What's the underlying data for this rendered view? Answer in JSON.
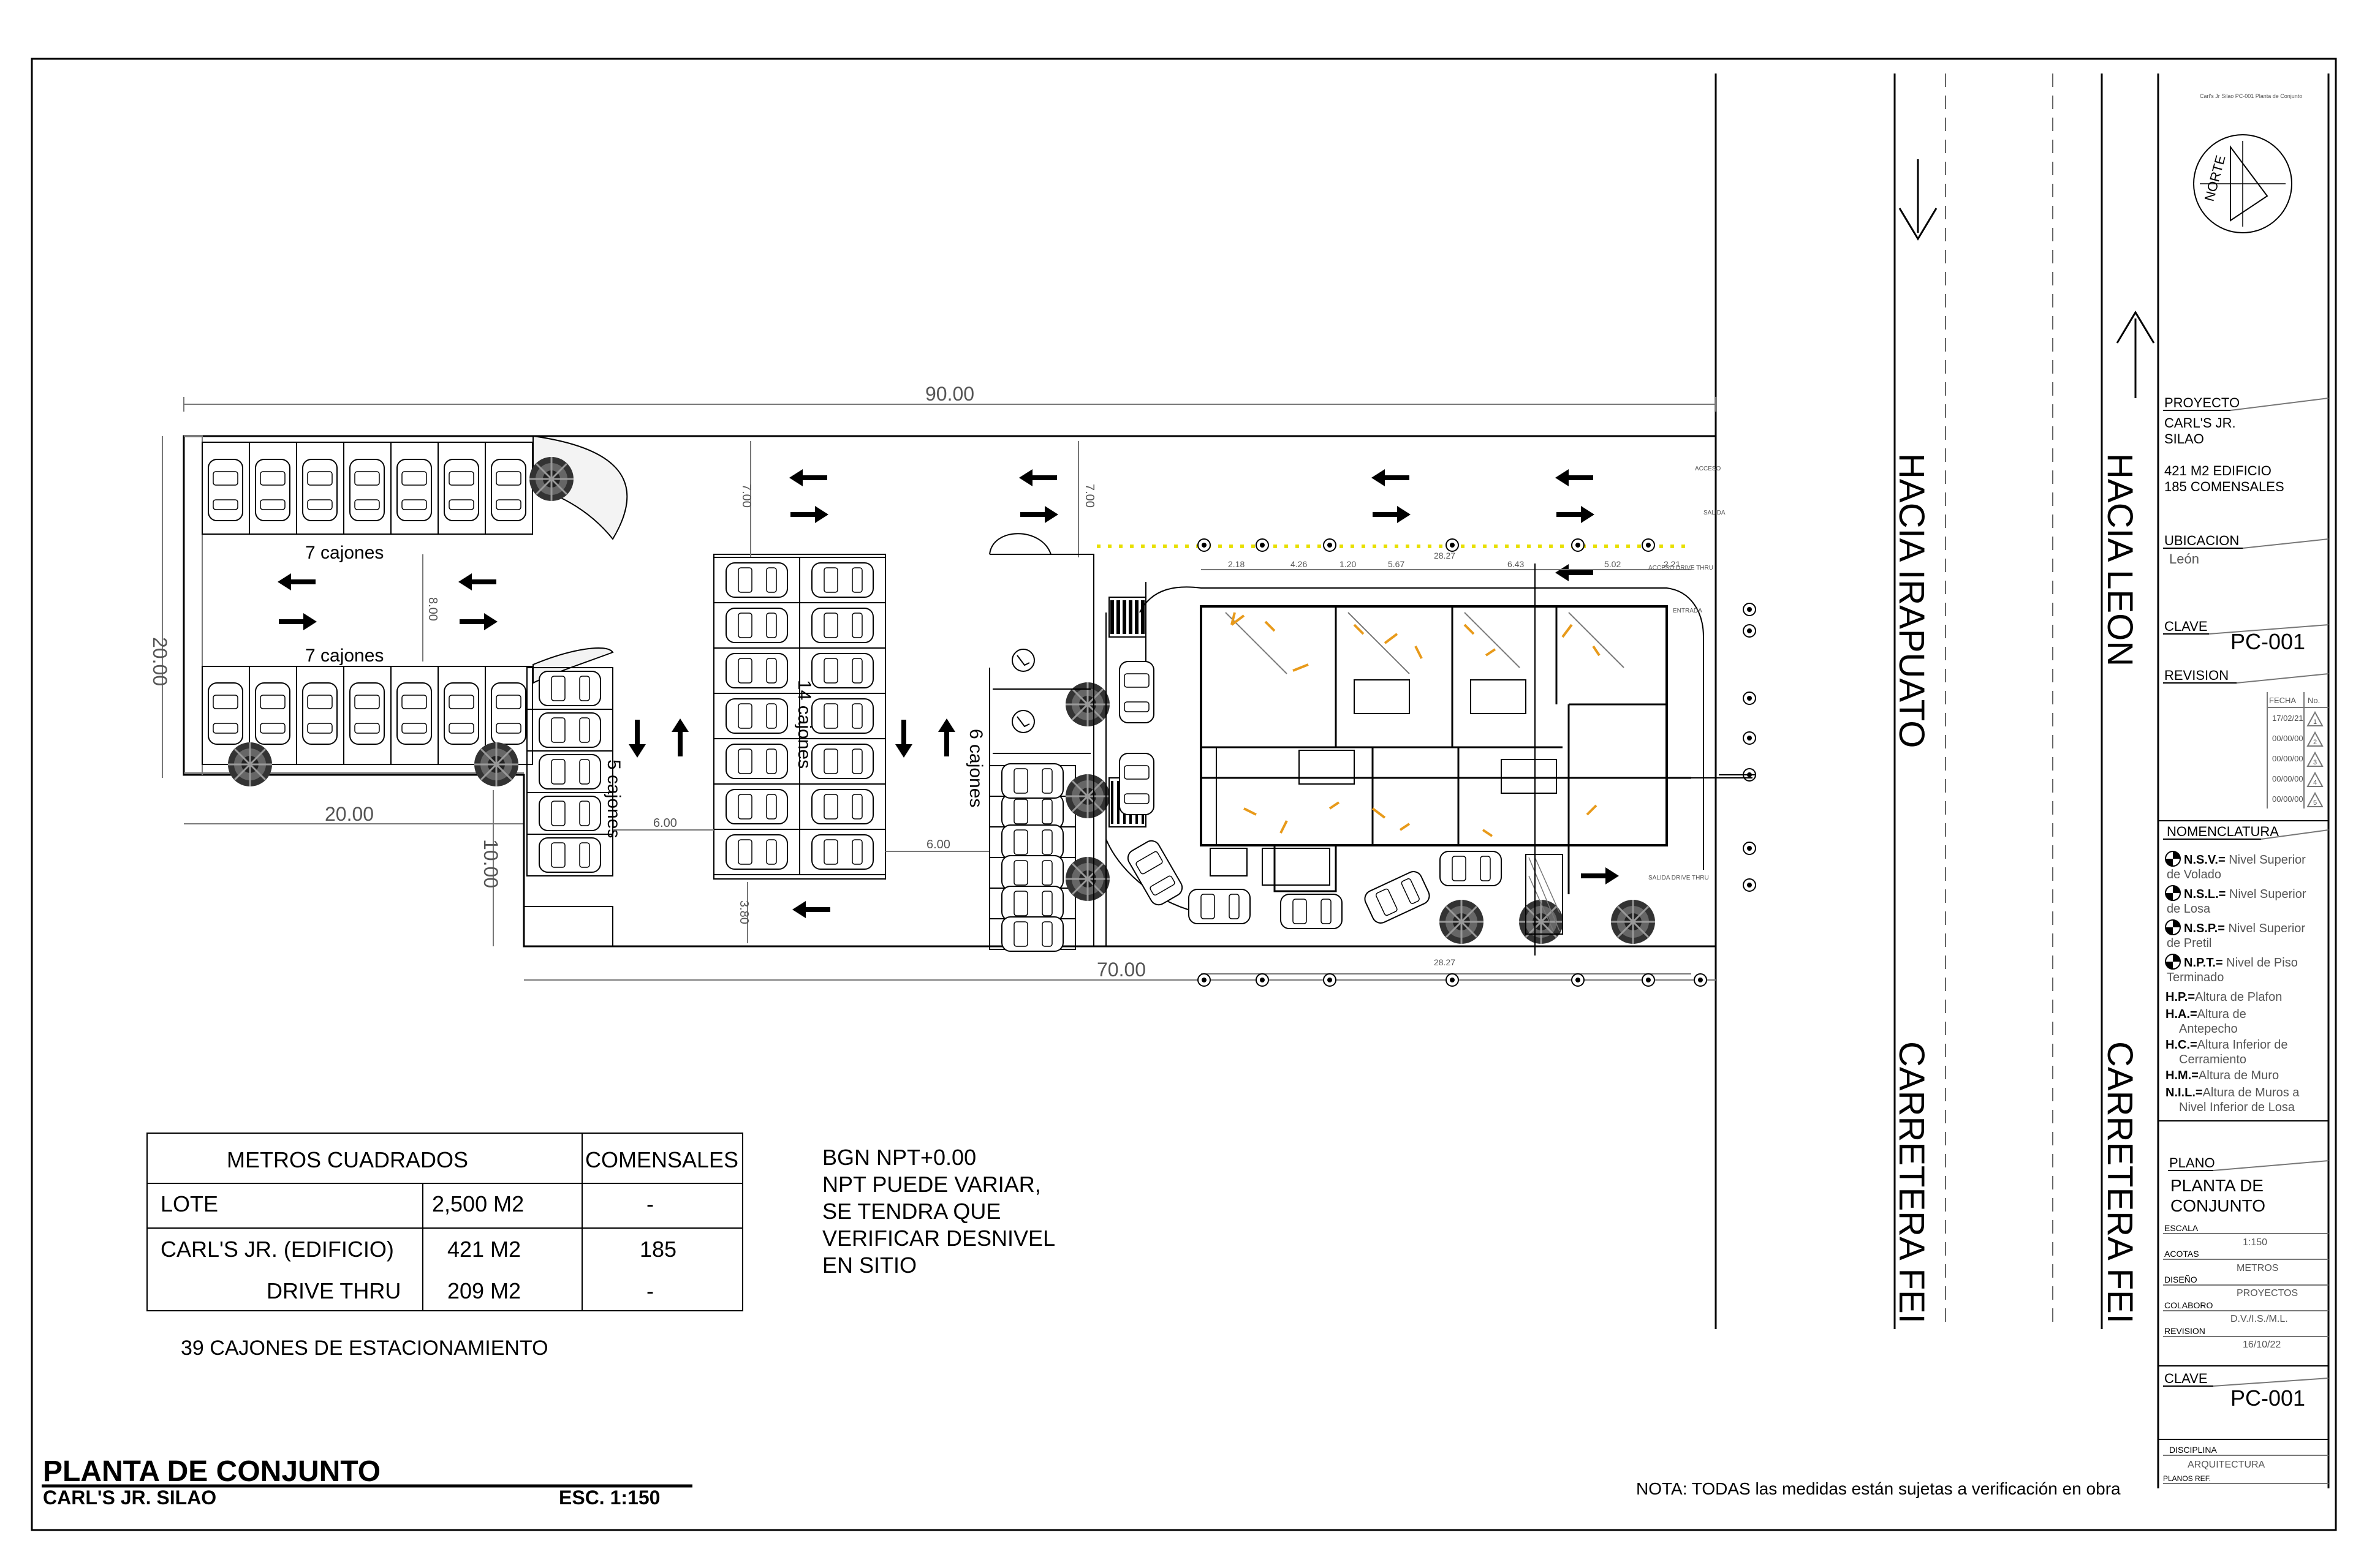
{
  "north_label": "NORTE",
  "top_tiny_note": "Carl's Jr Silao PC-001 Planta de Conjunto",
  "dimensions": {
    "overall_width": "90.00",
    "overall_height": "20.00",
    "left_lot_width": "20.00",
    "lower_height": "10.00",
    "lower_width": "70.00",
    "parking_depth_a": "7.00",
    "parking_depth_b": "7.00",
    "aisle_a": "8.00",
    "aisle_b": "6.00",
    "aisle_c": "6.00",
    "depth_c": "3.80"
  },
  "parking_labels": {
    "top_row": "7 cajones",
    "second_row": "7 cajones",
    "column_a": "5 cajones",
    "column_b": "14 cajones",
    "column_c": "6 cajones"
  },
  "site_notes": {
    "acceso": "ACCESO",
    "salida": "SALIDA",
    "entrada": "ENTRADA",
    "acceso_drive": "ACCESO DRIVE THRU",
    "salida_drive": "SALIDA DRIVE THRU"
  },
  "building_dims": [
    "2.18",
    "4.26",
    "1.20",
    "5.67",
    "6.43",
    "5.02",
    "2.21"
  ],
  "building_total": "28.27",
  "roads": {
    "irapuato": "HACIA IRAPUATO",
    "leon": "HACIA LEON",
    "carretera_1": "CARRETERA FEI",
    "carretera_2": "CARRETERA FEI"
  },
  "area_table": {
    "header": [
      "METROS CUADRADOS",
      "COMENSALES"
    ],
    "rows": [
      {
        "label": "LOTE",
        "area": "2,500 M2",
        "comensales": "-"
      },
      {
        "label": "CARL'S JR. (EDIFICIO)",
        "area": "421 M2",
        "comensales": "185"
      },
      {
        "label": "DRIVE THRU",
        "area": "209 M2",
        "comensales": "-"
      }
    ],
    "total_parking": "39 CAJONES DE ESTACIONAMIENTO"
  },
  "level_notes": [
    "BGN NPT+0.00",
    "NPT PUEDE VARIAR,",
    "SE TENDRA QUE",
    "VERIFICAR DESNIVEL",
    "EN SITIO"
  ],
  "drawing_title": {
    "title": "PLANTA DE CONJUNTO",
    "subtitle": "CARL'S JR. SILAO",
    "scale": "ESC. 1:150"
  },
  "footer_note": "NOTA: TODAS las medidas están sujetas a verificación en obra",
  "title_block": {
    "proyecto_label": "PROYECTO",
    "proyecto_lines": [
      "CARL'S JR.",
      "SILAO",
      "421 M2 EDIFICIO",
      "185 COMENSALES"
    ],
    "ubicacion_label": "UBICACION",
    "ubicacion": "León",
    "clave_label": "CLAVE",
    "clave": "PC-001",
    "revision_label": "REVISION",
    "revision_header": [
      "FECHA",
      "No."
    ],
    "revisions": [
      {
        "fecha": "17/02/21",
        "no": "1"
      },
      {
        "fecha": "00/00/00",
        "no": "2"
      },
      {
        "fecha": "00/00/00",
        "no": "3"
      },
      {
        "fecha": "00/00/00",
        "no": "4"
      },
      {
        "fecha": "00/00/00",
        "no": "5"
      }
    ],
    "nomenclatura_label": "NOMENCLATURA",
    "nomenclatura": [
      {
        "abbr": "N.S.V.=",
        "desc": " Nivel Superior",
        "desc2": "de Volado",
        "symbol": true
      },
      {
        "abbr": "N.S.L.=",
        "desc": " Nivel Superior",
        "desc2": "de Losa",
        "symbol": true
      },
      {
        "abbr": "N.S.P.=",
        "desc": " Nivel Superior",
        "desc2": "de Pretil",
        "symbol": true
      },
      {
        "abbr": "N.P.T.=",
        "desc": " Nivel de Piso",
        "desc2": "Terminado",
        "symbol": true
      },
      {
        "abbr": "H.P.=",
        "desc": "Altura de Plafon",
        "desc2": "",
        "symbol": false
      },
      {
        "abbr": "H.A.=",
        "desc": "Altura de",
        "desc2": "Antepecho",
        "symbol": false
      },
      {
        "abbr": "H.C.=",
        "desc": "Altura Inferior de",
        "desc2": "Cerramiento",
        "symbol": false
      },
      {
        "abbr": "H.M.=",
        "desc": "Altura de Muro",
        "desc2": "",
        "symbol": false
      },
      {
        "abbr": "N.I.L.=",
        "desc": "Altura de Muros a",
        "desc2": "Nivel Inferior de Losa",
        "symbol": false
      }
    ],
    "plano_label": "PLANO",
    "plano": [
      "PLANTA DE",
      "CONJUNTO"
    ],
    "escala_label": "ESCALA",
    "escala": "1:150",
    "acotas_label": "ACOTAS",
    "acotas": "METROS",
    "diseno_label": "DISEÑO",
    "diseno": "PROYECTOS",
    "colaboro_label": "COLABORO",
    "colaboro": "D.V./I.S./M.L.",
    "revision2_label": "REVISION",
    "revision2": "16/10/22",
    "clave2_label": "CLAVE",
    "clave2": "PC-001",
    "disciplina_label": "DISCIPLINA",
    "disciplina": "ARQUITECTURA",
    "planos_ref_label": "PLANOS REF."
  },
  "colors": {
    "line": "#000000",
    "yellow_marker": "#e8e000",
    "orange_arrow": "#e89a1a",
    "tree": "#222222"
  }
}
